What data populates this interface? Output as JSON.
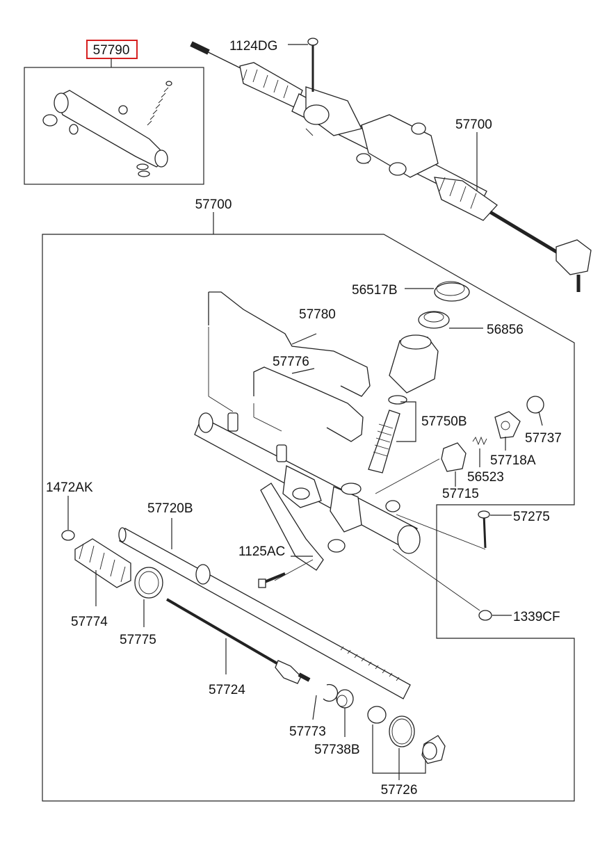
{
  "callouts": {
    "p57790": "57790",
    "p1124DG": "1124DG",
    "p57700_top": "57700",
    "p57700_main": "57700",
    "p56517B": "56517B",
    "p56856": "56856",
    "p57780": "57780",
    "p57776": "57776",
    "p57750B": "57750B",
    "p57737": "57737",
    "p57718A": "57718A",
    "p56523": "56523",
    "p57715": "57715",
    "p1472AK": "1472AK",
    "p57720B": "57720B",
    "p57275": "57275",
    "p1125AC": "1125AC",
    "p57774": "57774",
    "p57775": "57775",
    "p1339CF": "1339CF",
    "p57724": "57724",
    "p57773": "57773",
    "p57738B": "57738B",
    "p57726": "57726"
  },
  "colors": {
    "highlight": "#d61f1f",
    "ink": "#222222",
    "background": "#ffffff"
  }
}
